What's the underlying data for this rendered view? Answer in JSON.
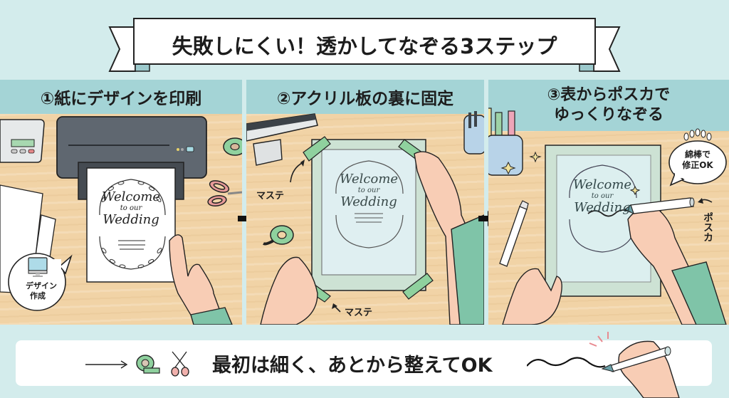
{
  "title": "失敗しにくい！透かしてなぞる3ステップ",
  "steps": [
    {
      "number": "①",
      "heading": "①紙にデザインを印刷",
      "sign": {
        "line1": "Welcome",
        "line2": "to our",
        "line3": "Wedding"
      },
      "bubble": {
        "icon": "monitor-icon",
        "line1": "デザイン",
        "line2": "作成"
      }
    },
    {
      "number": "②",
      "heading": "②アクリル板の裏に固定",
      "sign": {
        "line1": "Welcome",
        "line2": "to our",
        "line3": "Wedding"
      },
      "labels": {
        "tape_top": "マステ",
        "tape_bottom": "マステ"
      }
    },
    {
      "number": "③",
      "heading_line1": "③表からポスカで",
      "heading_line2": "ゆっくりなぞる",
      "sign": {
        "line1": "Welcome",
        "line2": "to our",
        "line3": "Wedding"
      },
      "bubble": {
        "line1": "綿棒で",
        "line2": "修正OK"
      },
      "labels": {
        "pen": "ポスカ"
      }
    }
  ],
  "tip": {
    "text": "最初は細く、あとから整えてOK",
    "icons": [
      "arrow-right-icon",
      "masking-tape-icon",
      "scissors-icon",
      "hand-pen-icon"
    ]
  },
  "colors": {
    "background": "#d3ecec",
    "header_band": "#a4d4d6",
    "wood": "#f1d3a6",
    "tape_green": "#8fd19e",
    "printer": "#5f6770",
    "skin": "#f8cdb5",
    "sleeve": "#7fc4a8",
    "acrylic": "#dcefef"
  }
}
